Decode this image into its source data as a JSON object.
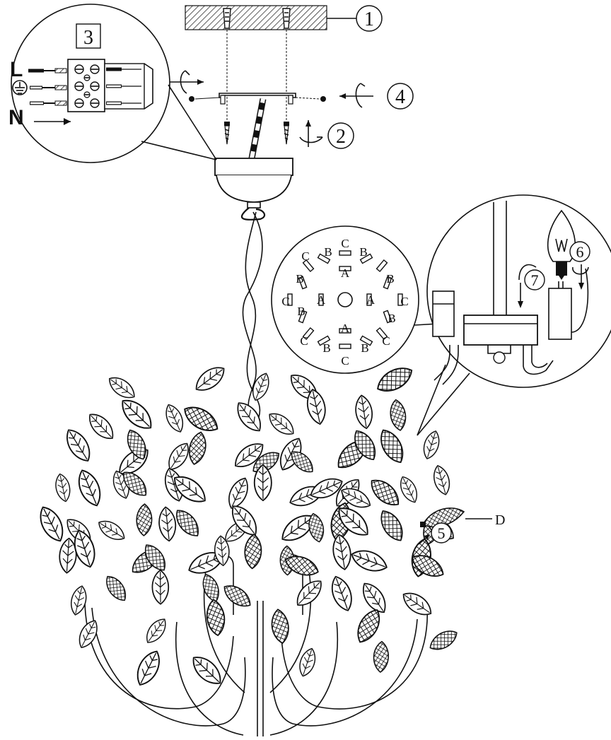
{
  "callouts": {
    "c1": "1",
    "c2": "2",
    "c3": "3",
    "c4": "4",
    "c5": "5",
    "c6": "6",
    "c7": "7"
  },
  "part_label": "D",
  "wiring": {
    "live": "L",
    "neutral": "N",
    "earth_symbol": "earth-ground-icon"
  },
  "arm_plate_labels": [
    "C",
    "B",
    "B",
    "C",
    "B",
    "B",
    "C",
    "A",
    "A",
    "C",
    "B",
    "B",
    "C",
    "B",
    "B",
    "C",
    "A",
    "A"
  ],
  "colors": {
    "ink": "#111111",
    "paper": "#ffffff"
  }
}
